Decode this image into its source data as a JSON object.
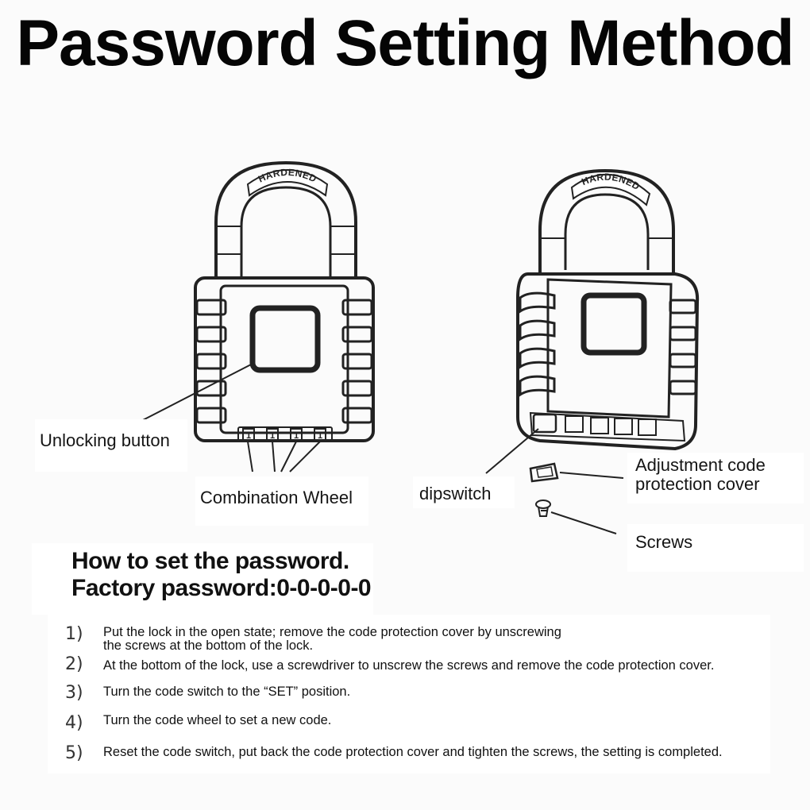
{
  "title": "Password Setting Method",
  "lock_engraving": "HARDENED",
  "labels": {
    "unlocking_button": "Unlocking button",
    "combination_wheel": "Combination Wheel",
    "dipswitch": "dipswitch",
    "adjustment_cover": "Adjustment code\nprotection cover",
    "screws": "Screws"
  },
  "wheel_digit": "1",
  "instructions": {
    "heading": "How to set the password.",
    "factory_password": "Factory password:0-0-0-0-0",
    "steps": [
      {
        "num": "1)",
        "text": "Put the lock in the open state; remove the code protection cover by unscrewing\nthe screws at the bottom of the lock."
      },
      {
        "num": "2)",
        "text": "At the bottom of the lock, use a screwdriver to unscrew the screws and remove the code protection cover."
      },
      {
        "num": "3)",
        "text": "Turn the code switch to the “SET” position."
      },
      {
        "num": "4)",
        "text": "Turn the code wheel to set a new code."
      },
      {
        "num": "5)",
        "text": "Reset the code switch, put back the code protection cover and tighten the screws, the setting is completed."
      }
    ]
  }
}
